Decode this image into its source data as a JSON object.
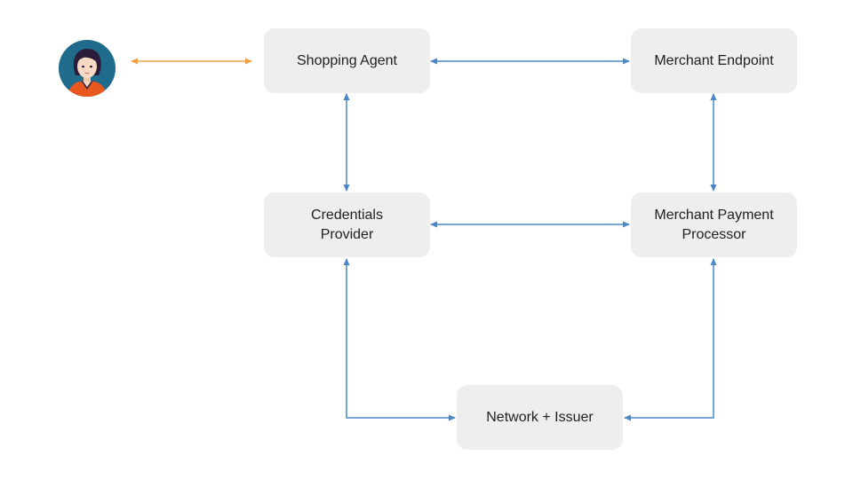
{
  "nodes": {
    "shopping_agent": "Shopping Agent",
    "merchant_endpoint": "Merchant Endpoint",
    "credentials_provider": "Credentials Provider",
    "merchant_payment_processor": "Merchant Payment Processor",
    "network_issuer": "Network + Issuer"
  },
  "colors": {
    "node_fill": "#eeeeee",
    "connector_blue": "#4a86c8",
    "connector_orange": "#f0a04b",
    "avatar_bg": "#1f6b8c",
    "avatar_shirt": "#e8571d"
  },
  "icons": {
    "user": "user-avatar-icon"
  }
}
